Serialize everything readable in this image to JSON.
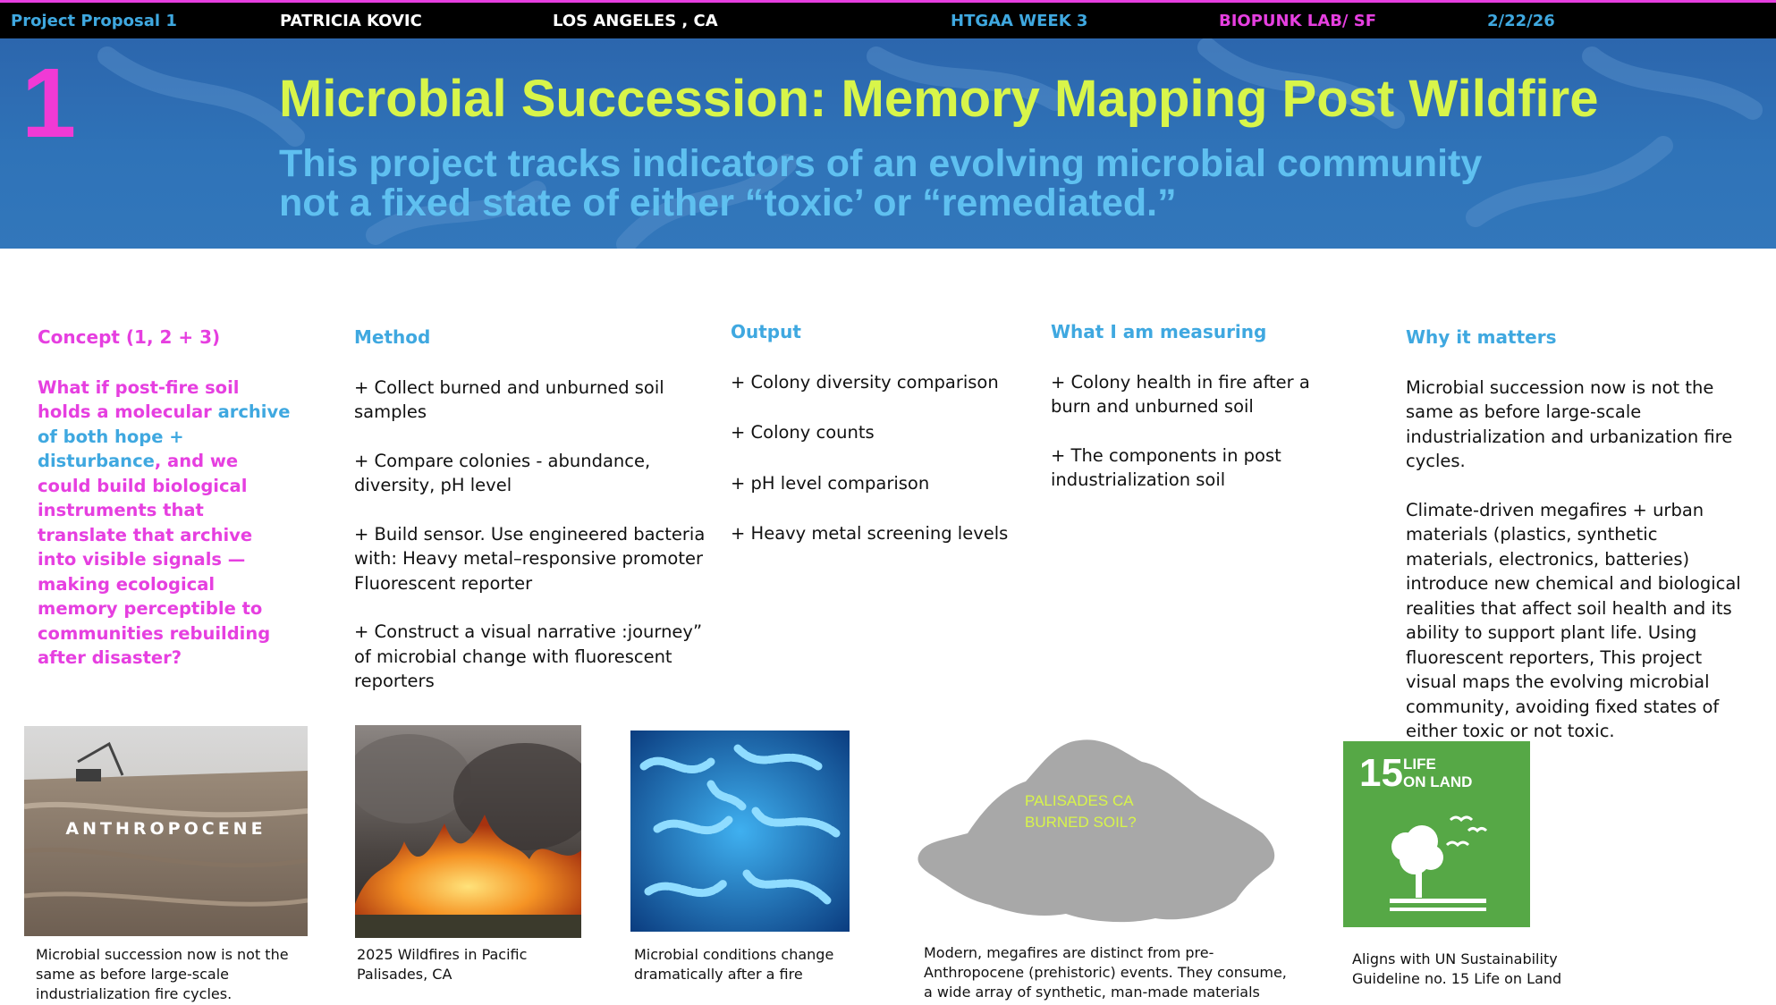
{
  "header": {
    "project": "Project Proposal 1",
    "author": "PATRICIA KOVIC",
    "location": "LOS ANGELES , CA",
    "course": "HTGAA WEEK 3",
    "lab": "BIOPUNK LAB/ SF",
    "date": "2/22/26"
  },
  "hero": {
    "number": "1",
    "title": "Microbial Succession: Memory Mapping Post Wildfire",
    "subtitle_line1": "This project tracks indicators of  an evolving microbial  community",
    "subtitle_line2": "not a fixed state of  either “toxic’ or “remediated.”"
  },
  "concept": {
    "heading": "Concept (1, 2 + 3)",
    "part1": "What if post-fire soil holds a molecular ",
    "part2": "archive of both hope + disturbance",
    "part3": ", and we could build biological instruments that translate that archive into visible signals — making ecological memory perceptible to communities rebuilding after disaster?"
  },
  "method": {
    "heading": "Method",
    "items": [
      "+ Collect burned  and unburned soil samples",
      "+ Compare colonies - abundance, diversity, pH level",
      "+ Build sensor. Use engineered bacteria with: Heavy metal–responsive promoter Fluorescent reporter",
      "+ Construct a visual narrative :journey” of microbial change with fluorescent reporters"
    ]
  },
  "output": {
    "heading": "Output",
    "items": [
      "+ Colony diversity comparison",
      "+ Colony counts",
      "+ pH level comparison",
      "+  Heavy metal screening levels"
    ]
  },
  "measuring": {
    "heading": "What I am measuring",
    "items": [
      "+ Colony health in fire after a burn and  unburned soil",
      "+ The components in post industrialization soil"
    ]
  },
  "why": {
    "heading": "Why it matters",
    "p1": "Microbial succession now is not the same as before large-scale industrialization and urbanization fire cycles.",
    "p2": "Climate-driven megafires + urban materials (plastics, synthetic materials, electronics, batteries)  introduce new chemical and biological realities that affect soil health and its ability to support plant life. Using fluorescent reporters,  This project visual maps the evolving microbial community, avoiding fixed states of either toxic or not toxic."
  },
  "images": {
    "anthro_label": "ANTHROPOCENE",
    "anthro_caption": "Microbial succession now is not the same as before large-scale industrialization fire cycles.",
    "fire_caption": "2025 Wildfires in Pacific Palisades, CA",
    "microbe_caption": "Microbial conditions change dramatically after a fire",
    "map_label_1": "PALISADES CA",
    "map_label_2": "BURNED SOIL?",
    "map_caption": "Modern, megafires are distinct from pre-Anthropocene (prehistoric) events. They consume, a wide array of synthetic, man-made materials",
    "sdg_number": "15",
    "sdg_label_1": "LIFE",
    "sdg_label_2": "ON LAND",
    "sdg_caption": "Aligns with UN Sustainability Guideline no. 15 Life on Land"
  },
  "colors": {
    "pink": "#e63fe0",
    "lime": "#d8f54a",
    "sky": "#3fa8e0",
    "sdg_green": "#56a846"
  }
}
